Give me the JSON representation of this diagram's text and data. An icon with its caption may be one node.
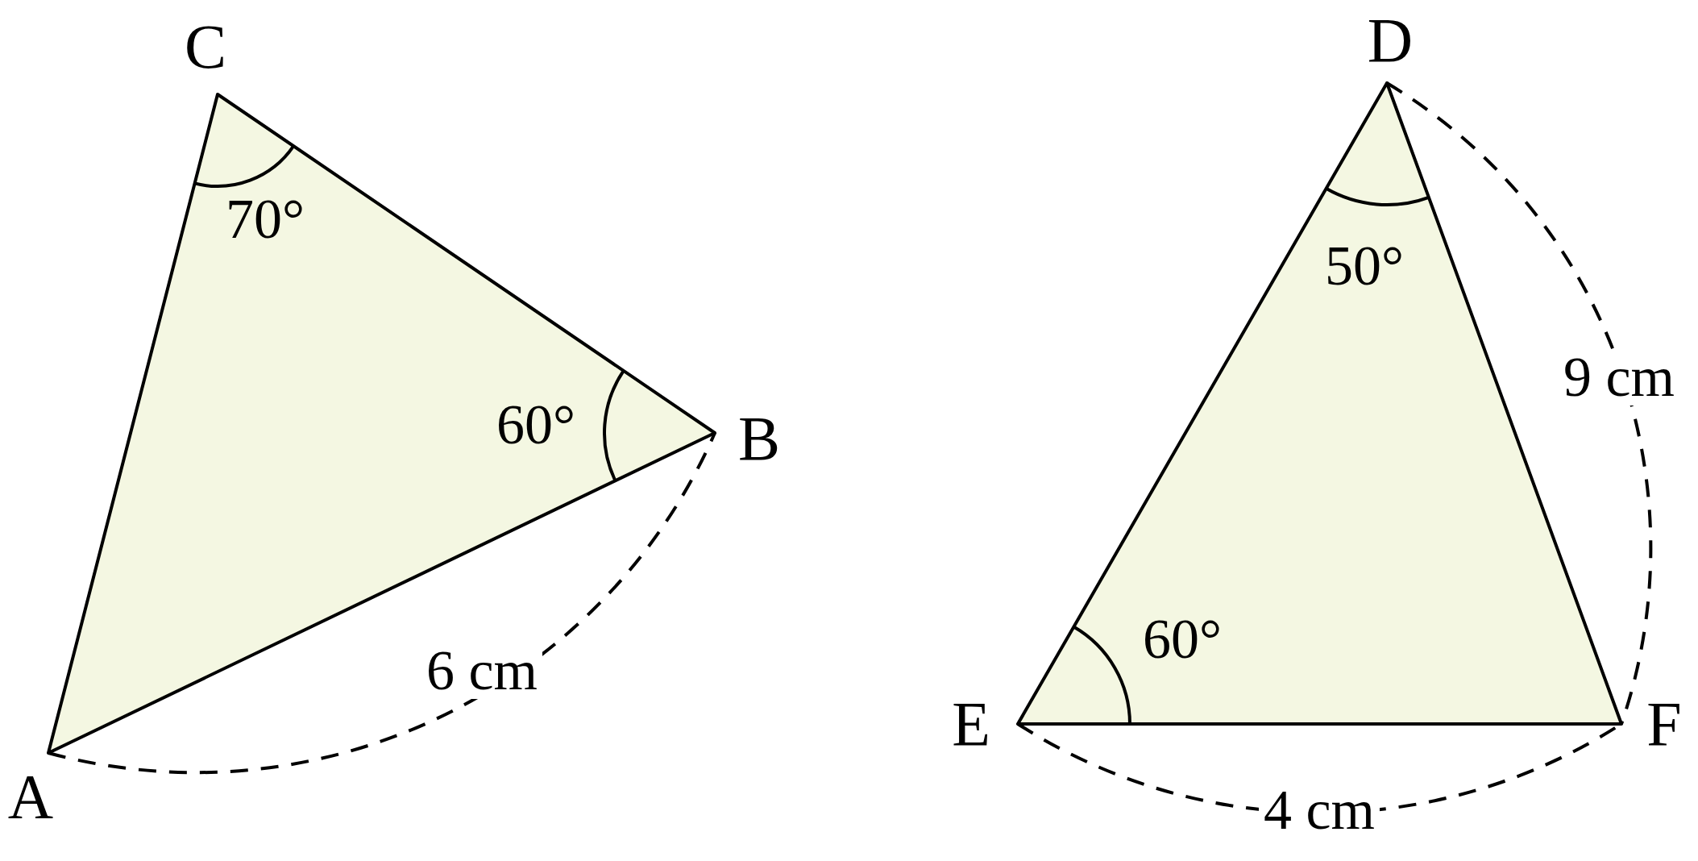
{
  "diagram": {
    "labels": [
      "C",
      "70°",
      "60°",
      "B",
      "A",
      "6 cm",
      "D",
      "50°",
      "9 cm",
      "60°",
      "E",
      "F",
      "4 cm"
    ]
  }
}
